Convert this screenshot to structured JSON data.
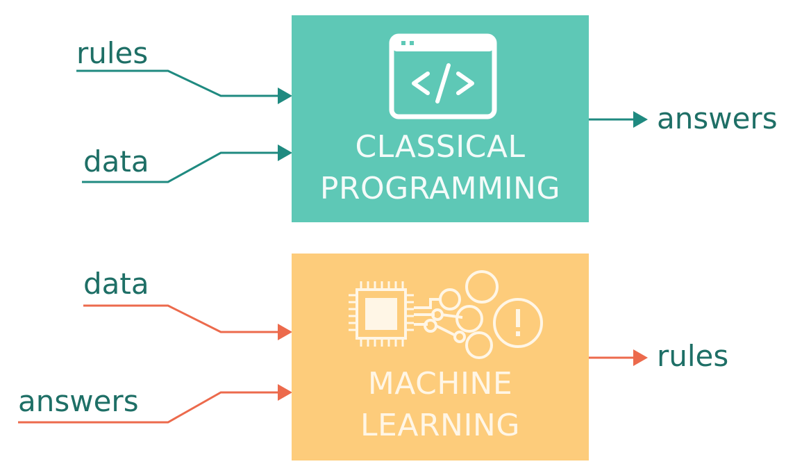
{
  "diagram": {
    "classical": {
      "title_line1": "CLASSICAL",
      "title_line2": "PROGRAMMING",
      "icon": "code-window-icon",
      "color": "#5ec8b6",
      "inputs": [
        "rules",
        "data"
      ],
      "output": "answers",
      "arrow_color": "#1f8a80"
    },
    "machine_learning": {
      "title_line1": "MACHINE",
      "title_line2": "LEARNING",
      "icon": "chip-network-icon",
      "color": "#fdcc7b",
      "inputs": [
        "data",
        "answers"
      ],
      "output": "rules",
      "arrow_color": "#ec6a4c"
    },
    "label_color": "#1e6f66"
  }
}
